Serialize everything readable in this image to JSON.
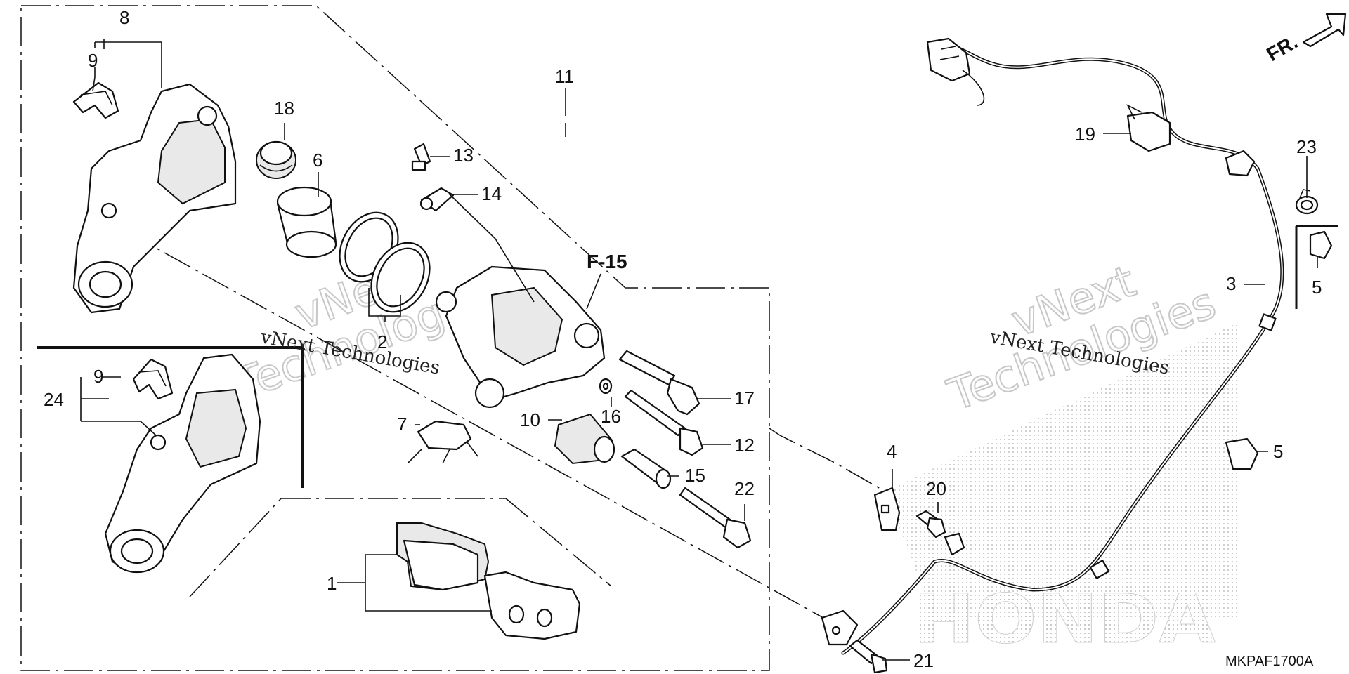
{
  "labels": {
    "n1": "1",
    "n2": "2",
    "n3": "3",
    "n4": "4",
    "n5a": "5",
    "n5b": "5",
    "n6": "6",
    "n7": "7",
    "n8": "8",
    "n9a": "9",
    "n9b": "9",
    "n10": "10",
    "n11": "11",
    "n12": "12",
    "n13": "13",
    "n14": "14",
    "n15": "15",
    "n16": "16",
    "n17": "17",
    "n18": "18",
    "n19": "19",
    "n20": "20",
    "n21": "21",
    "n22": "22",
    "n23": "23",
    "n24": "24"
  },
  "reference": "F-15",
  "front_arrow": "FR.",
  "drawing_code": "MKPAF1700A",
  "watermark": {
    "brand_short": "vNext",
    "brand_full": "vNext Technologies",
    "brand_word": "Technologies",
    "maker": "HONDA"
  }
}
